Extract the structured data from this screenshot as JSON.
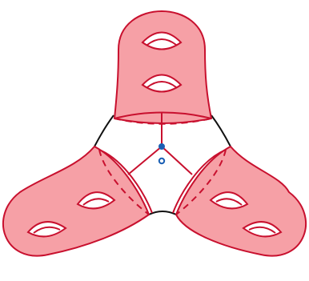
{
  "diagram": {
    "description_free": true,
    "colors": {
      "fill": "#f6a0a6",
      "outline": "#c8102e",
      "core_curve": "#111111",
      "vertex": "#1a5fb4",
      "background": "#ffffff"
    },
    "arms": [
      {
        "id": "top",
        "handles": 2
      },
      {
        "id": "left",
        "handles": 2
      },
      {
        "id": "right",
        "handles": 2
      }
    ],
    "center_vertex": {
      "filled": true
    },
    "base_point": {
      "filled": false
    }
  }
}
